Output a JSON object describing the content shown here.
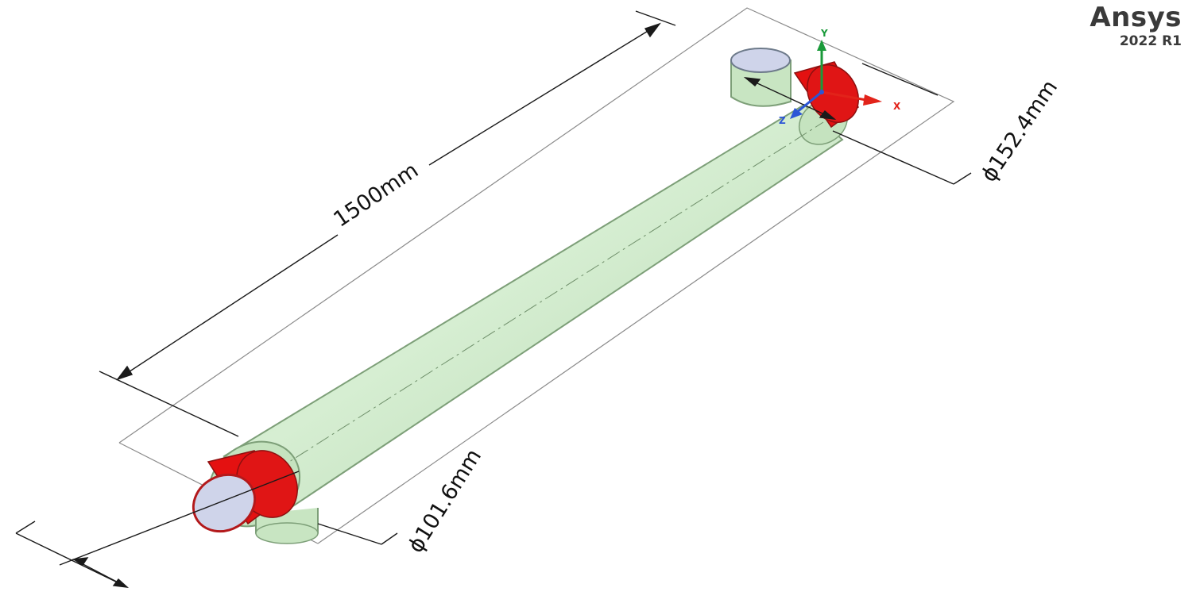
{
  "branding": {
    "product": "Ansys",
    "version": "2022 R1"
  },
  "dimensions": {
    "length": "1500mm",
    "outlet_diameter": "ϕ152.4mm",
    "inlet_diameter": "ϕ101.6mm"
  },
  "triad": {
    "x": "X",
    "y": "Y",
    "z": "Z"
  },
  "colors": {
    "shell": "#c9e6c4",
    "shell_edge": "#7d9f78",
    "nozzle_face": "#cfd4ea",
    "inlet_outlet": "#e41111",
    "x_axis": "#e2231a",
    "y_axis": "#1a9a3a",
    "z_axis": "#2b55d6",
    "dimension_line": "#1a1a1a"
  }
}
